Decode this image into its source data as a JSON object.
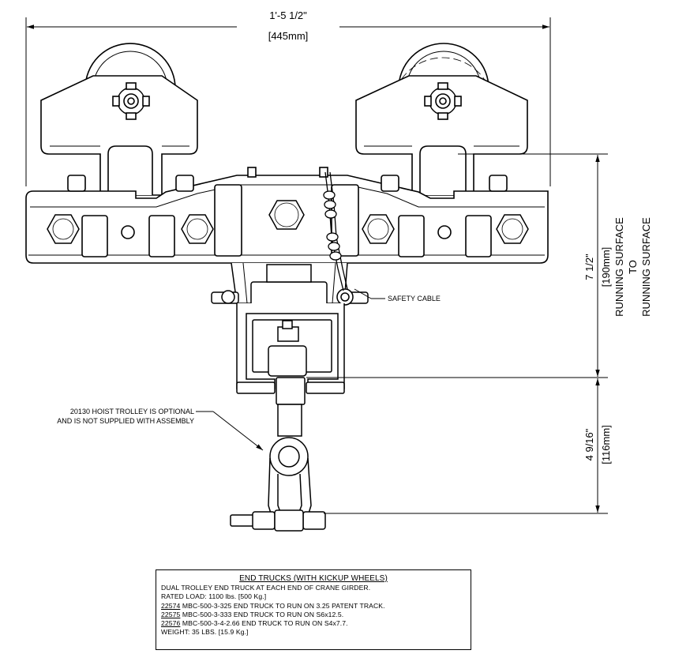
{
  "dimensions": {
    "overall_width_imperial": "1'-5 1/2\"",
    "overall_width_metric": "[445mm]",
    "running_height_imperial": "7 1/2\"",
    "running_height_metric": "[190mm]",
    "running_label_1": "RUNNING SURFACE",
    "running_label_2": "TO",
    "running_label_3": "RUNNING SURFACE",
    "lower_height_imperial": "4 9/16\"",
    "lower_height_metric": "[116mm]"
  },
  "callouts": {
    "safety_cable": "SAFETY CABLE",
    "hoist_trolley_line1": "20130 HOIST TROLLEY IS OPTIONAL",
    "hoist_trolley_line2": "AND IS NOT SUPPLIED WITH ASSEMBLY"
  },
  "spec": {
    "title": "END TRUCKS (WITH KICKUP WHEELS)",
    "line1": "DUAL TROLLEY END TRUCK AT EACH END OF CRANE GIRDER.",
    "line2": "RATED LOAD: 1100 lbs. [500 Kg.]",
    "items": [
      {
        "part": "22574",
        "desc": "MBC-500-3-325 END TRUCK TO RUN ON 3.25 PATENT TRACK."
      },
      {
        "part": "22575",
        "desc": "MBC-500-3-333 END TRUCK TO RUN ON S6x12.5."
      },
      {
        "part": "22576",
        "desc": "MBC-500-3-4-2.66 END TRUCK TO RUN ON S4x7.7."
      }
    ],
    "weight": "WEIGHT: 35 LBS. [15.9 Kg.]"
  }
}
